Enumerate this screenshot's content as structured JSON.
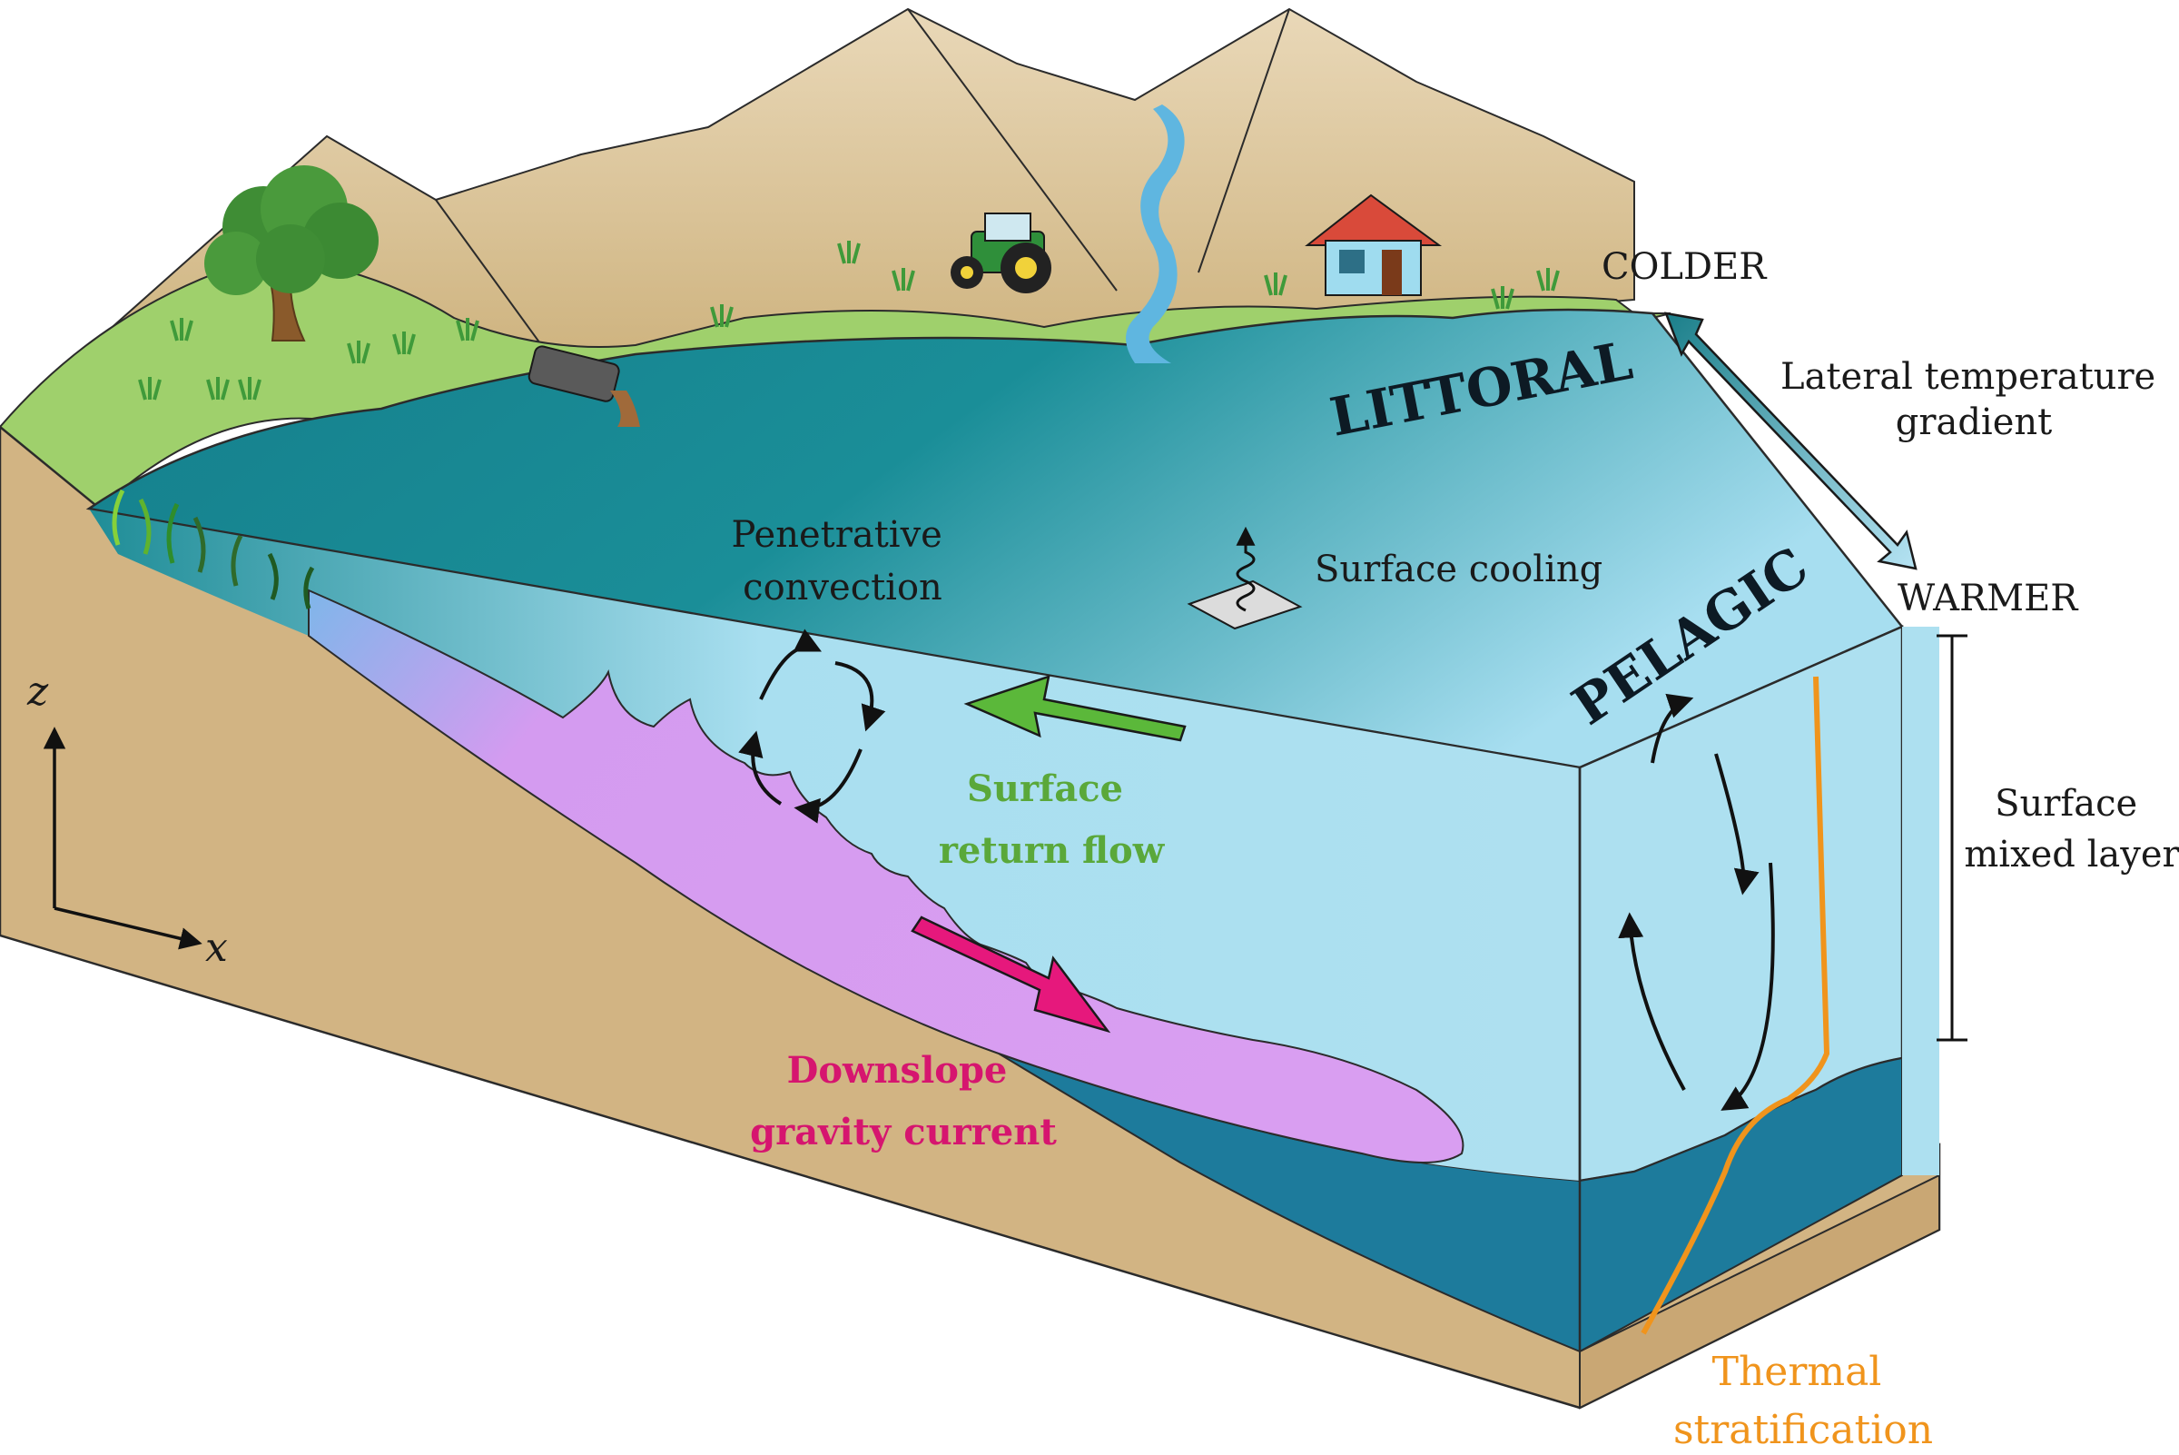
{
  "labels": {
    "colder": "COLDER",
    "warmer": "WARMER",
    "lateral_gradient_line1": "Lateral temperature",
    "lateral_gradient_line2": "gradient",
    "littoral": "LITTORAL",
    "pelagic": "PELAGIC",
    "penetrative_line1": "Penetrative",
    "penetrative_line2": "convection",
    "surface_cooling": "Surface cooling",
    "return_flow_line1": "Surface",
    "return_flow_line2": "return flow",
    "gravity_line1": "Downslope",
    "gravity_line2": "gravity current",
    "mixed_layer_line1": "Surface",
    "mixed_layer_line2": "mixed layer",
    "thermal_line1": "Thermal",
    "thermal_line2": "stratification",
    "axis_z": "z",
    "axis_x": "x"
  },
  "colors": {
    "soil": "#d2b483",
    "grass": "#9fcf6e",
    "mountain": "#d8bf8c",
    "lake_surface": "#1b8f99",
    "upper_water": "#a9dff0",
    "deep_water": "#1d7b9c",
    "gravity_current": "#d69cf0",
    "thermal_profile": "#f0941c",
    "return_flow_arrow": "#5bb83a",
    "gravity_arrow": "#e6187c",
    "gradient_arrow": "#3a9db0",
    "return_flow_text": "#5aa83a",
    "gravity_text": "#d6156f",
    "thermal_text": "#f0941c"
  },
  "icons": [
    "tree-icon",
    "tractor-icon",
    "house-icon",
    "pipe-icon",
    "river-icon",
    "seagrass-icon",
    "surface-cooling-icon"
  ]
}
